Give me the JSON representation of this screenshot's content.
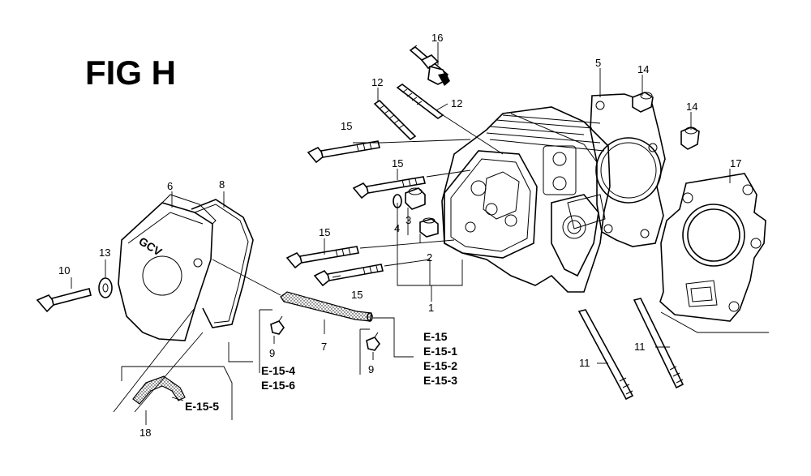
{
  "figure": {
    "title": "FIG H"
  },
  "callouts": {
    "c1": "1",
    "c2": "2",
    "c3": "3",
    "c4": "4",
    "c5": "5",
    "c6": "6",
    "c7": "7",
    "c8": "8",
    "c9a": "9",
    "c9b": "9",
    "c10": "10",
    "c11a": "11",
    "c11b": "11",
    "c12a": "12",
    "c12b": "12",
    "c13": "13",
    "c14a": "14",
    "c14b": "14",
    "c15a": "15",
    "c15b": "15",
    "c15c": "15",
    "c15d": "15",
    "c16": "16",
    "c17": "17",
    "c18": "18"
  },
  "references": {
    "cover": [
      "E-15-4",
      "E-15-6"
    ],
    "breather": [
      "E-15",
      "E-15-1",
      "E-15-2",
      "E-15-3"
    ],
    "hose": "E-15-5"
  },
  "cover_logo": "GCV"
}
